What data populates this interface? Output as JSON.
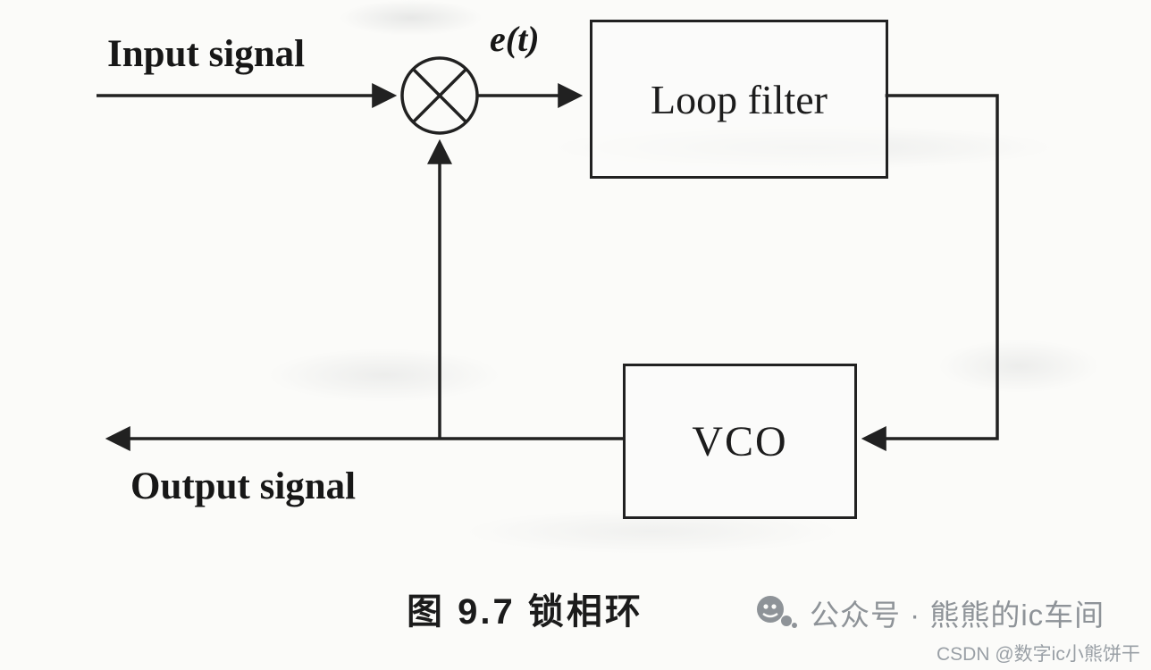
{
  "diagram": {
    "input_label": "Input signal",
    "output_label": "Output signal",
    "error_signal_label": "e(t)",
    "loop_filter_label": "Loop filter",
    "vco_label": "VCO",
    "caption": "图 9.7 锁相环"
  },
  "watermark": {
    "text": "公众号 · 熊熊的ic车间",
    "csdn": "CSDN @数字ic小熊饼干"
  },
  "colors": {
    "line": "#212121",
    "watermark_gray": "#8e9398"
  }
}
